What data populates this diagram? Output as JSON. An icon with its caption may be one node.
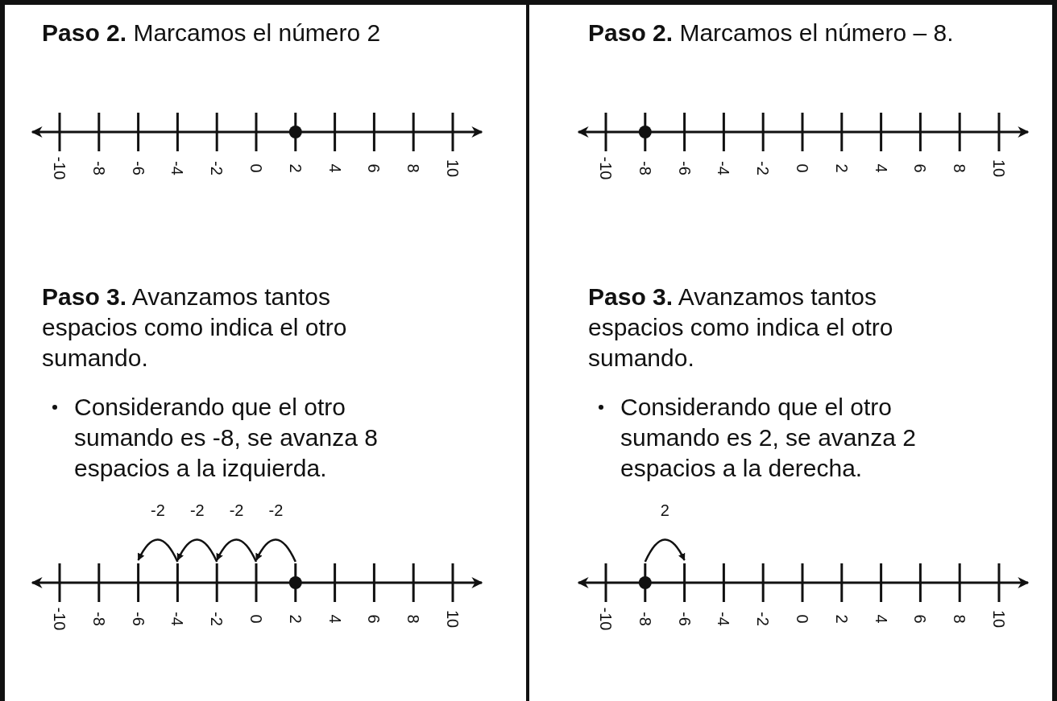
{
  "diagram": {
    "labels": [
      "**Paso 2.** Marcamos el número 2",
      "-10",
      "-8",
      "-6",
      "-4",
      "-2",
      "0",
      "2",
      "4",
      "6",
      "8",
      "10",
      "**Paso 3.** Avanzamos tantos espacios como indica el otro sumando.",
      "Considerando que el otro sumando es -8, se avanza 8 espacios a la izquierda.",
      "-2",
      "-2",
      "-2",
      "-2",
      "-10",
      "-8",
      "-6",
      "-4",
      "-2",
      "0",
      "2",
      "4",
      "6",
      "8",
      "10",
      "**Paso 2.** Marcamos el número – 8.",
      "-10",
      "-8",
      "-6",
      "-4",
      "-2",
      "0",
      "2",
      "4",
      "6",
      "8",
      "10",
      "**Paso 3.** Avanzamos tantos espacios como indica el otro sumando.",
      "Considerando que el otro sumando es 2, se avanza 2 espacios a la derecha.",
      "2",
      "-10",
      "-8",
      "-6",
      "-4",
      "-2",
      "0",
      "2",
      "4",
      "6",
      "8",
      "10"
    ]
  }
}
